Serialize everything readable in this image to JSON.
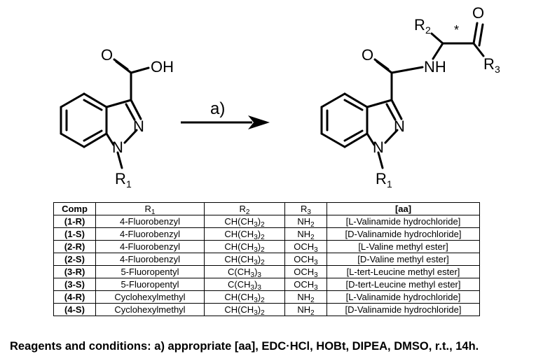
{
  "scheme": {
    "arrow_label": "a)",
    "reactant": {
      "oh": "OH",
      "n2": "N",
      "n1": "N",
      "r1": "R",
      "r1_sub": "1",
      "o": "O"
    },
    "product": {
      "o_amide": "O",
      "nh": "NH",
      "r2": "R",
      "r2_sub": "2",
      "stereo_mark": "*",
      "o_ketone": "O",
      "r3": "R",
      "r3_sub": "3",
      "n2": "N",
      "n1": "N",
      "r1": "R",
      "r1_sub": "1"
    }
  },
  "table": {
    "headers": {
      "comp": "Comp",
      "r1": "R",
      "r1_sub": "1",
      "r2": "R",
      "r2_sub": "2",
      "r3": "R",
      "r3_sub": "3",
      "aa": "[aa]"
    },
    "rows": [
      {
        "comp": "(1-R)",
        "r1": "4-Fluorobenzyl",
        "r2": [
          "CH(CH",
          "3",
          ")",
          "2",
          ""
        ],
        "r3": [
          "NH",
          "2"
        ],
        "aa": "[L-Valinamide hydrochloride]"
      },
      {
        "comp": "(1-S)",
        "r1": "4-Fluorobenzyl",
        "r2": [
          "CH(CH",
          "3",
          ")",
          "2",
          ""
        ],
        "r3": [
          "NH",
          "2"
        ],
        "aa": "[D-Valinamide hydrochloride]"
      },
      {
        "comp": "(2-R)",
        "r1": "4-Fluorobenzyl",
        "r2": [
          "CH(CH",
          "3",
          ")",
          "2",
          ""
        ],
        "r3": [
          "OCH",
          "3"
        ],
        "aa": "[L-Valine methyl ester]"
      },
      {
        "comp": "(2-S)",
        "r1": "4-Fluorobenzyl",
        "r2": [
          "CH(CH",
          "3",
          ")",
          "2",
          ""
        ],
        "r3": [
          "OCH",
          "3"
        ],
        "aa": "[D-Valine methyl ester]"
      },
      {
        "comp": "(3-R)",
        "r1": "5-Fluoropentyl",
        "r2": [
          "C(CH",
          "3",
          ")",
          "3",
          ""
        ],
        "r3": [
          "OCH",
          "3"
        ],
        "aa": "[L-tert-Leucine methyl ester]"
      },
      {
        "comp": "(3-S)",
        "r1": "5-Fluoropentyl",
        "r2": [
          "C(CH",
          "3",
          ")",
          "3",
          ""
        ],
        "r3": [
          "OCH",
          "3"
        ],
        "aa": "[D-tert-Leucine methyl ester]"
      },
      {
        "comp": "(4-R)",
        "r1": "Cyclohexylmethyl",
        "r2": [
          "CH(CH",
          "3",
          ")",
          "2",
          ""
        ],
        "r3": [
          "NH",
          "2"
        ],
        "aa": "[L-Valinamide hydrochloride]"
      },
      {
        "comp": "(4-S)",
        "r1": "Cyclohexylmethyl",
        "r2": [
          "CH(CH",
          "3",
          ")",
          "2",
          ""
        ],
        "r3": [
          "NH",
          "2"
        ],
        "aa": "[D-Valinamide hydrochloride]"
      }
    ]
  },
  "conditions": "Reagents and conditions: a) appropriate [aa], EDC·HCl, HOBt, DIPEA, DMSO, r.t., 14h."
}
